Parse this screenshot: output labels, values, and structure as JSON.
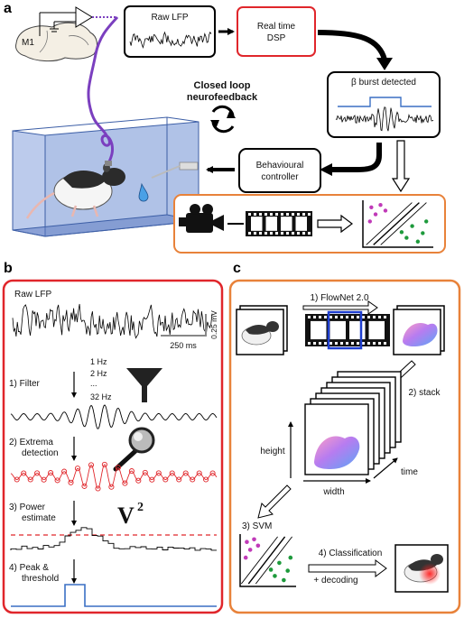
{
  "colors": {
    "red_box": "#e0262b",
    "orange_box": "#e8823a",
    "purple_cable": "#7b3fbf",
    "blue_signal": "#3a6fc4",
    "cage_blue": "#6f8fd4",
    "green_dot": "#1e9a3c",
    "magenta_dot": "#c03ab8",
    "highlight_blue": "#1f3fd0",
    "threshold_red": "#e0262b"
  },
  "panel_a": {
    "letter": "a",
    "brain_label": "M1",
    "raw_lfp": "Raw LFP",
    "realtime_dsp_line1": "Real time",
    "realtime_dsp_line2": "DSP",
    "beta_burst": "β burst detected",
    "closed_loop_line1": "Closed loop",
    "closed_loop_line2": "neurofeedback",
    "behavioural_line1": "Behavioural",
    "behavioural_line2": "controller"
  },
  "panel_b": {
    "letter": "b",
    "raw_lfp": "Raw LFP",
    "scale_voltage": "0.25 mV",
    "scale_time": "250 ms",
    "freq_1": "1 Hz",
    "freq_2": "2 Hz",
    "freq_dots": "...",
    "freq_3": "32 Hz",
    "step1": "1) Filter",
    "step2_line1": "2) Extrema",
    "step2_line2": "detection",
    "step3_line1": "3) Power",
    "step3_line2": "estimate",
    "power_symbol": "V",
    "power_exp": "2",
    "step4_line1": "4) Peak &",
    "step4_line2": "threshold"
  },
  "panel_c": {
    "letter": "c",
    "flownet": "1) FlowNet 2.0",
    "stack": "2) stack",
    "height": "height",
    "width": "width",
    "time": "time",
    "svm": "3) SVM",
    "classification": "4) Classification",
    "decoding": "+ decoding"
  }
}
